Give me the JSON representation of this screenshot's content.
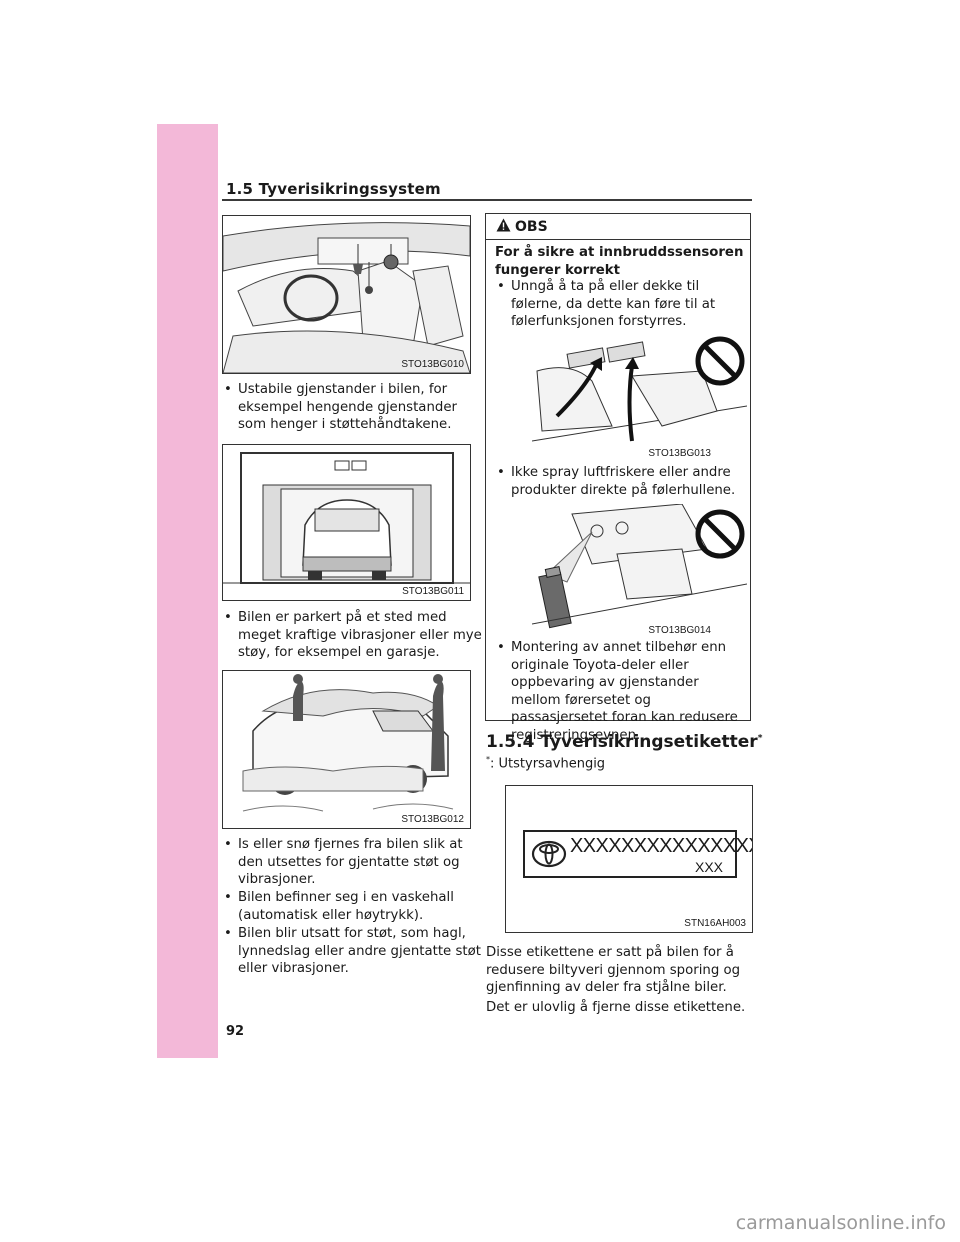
{
  "section_title": "1.5  Tyverisikringssystem",
  "page_number": "92",
  "watermark": "carmanualsonline.info",
  "figures": {
    "fig1": "STO13BG010",
    "fig2": "STO13BG011",
    "fig3": "STO13BG012",
    "fig4": "STO13BG013",
    "fig5": "STO13BG014",
    "fig6": "STN16AH003"
  },
  "left_bullets": [
    "Ustabile gjenstander i bilen, for eksempel hengende gjenstander som henger i støttehåndtakene.",
    "Bilen er parkert på et sted med meget kraftige vibrasjoner eller mye støy, for eksempel en garasje.",
    "Is eller snø fjernes fra bilen slik at den utsettes for gjentatte støt og vibrasjoner.",
    "Bilen befinner seg i en vaskehall (automatisk eller høytrykk).",
    "Bilen blir utsatt for støt, som hagl, lynnedslag eller andre gjentatte støt eller vibrasjoner."
  ],
  "obs": {
    "label": "OBS",
    "heading": "For å sikre at innbruddssensoren fungerer korrekt",
    "bullets": [
      "Unngå å ta på eller dekke til følerne, da dette kan føre til at følerfunksjonen forstyrres.",
      "Ikke spray luftfriskere eller andre produkter direkte på følerhullene.",
      "Montering av annet tilbehør enn originale Toyota-deler eller oppbevaring av gjenstander mellom førersetet og passasjersetet foran kan redusere registreringsevnen."
    ]
  },
  "subsection": {
    "title": "1.5.4  Tyverisikringsetiketter",
    "marker": "*",
    "footnote_marker": "*",
    "footnote": ": Utstyrsavhengig"
  },
  "label_text": {
    "main": "XXXXXXXXXXXXXXXXX",
    "small": "XXX"
  },
  "closing_paragraphs": [
    "Disse etikettene er satt på bilen for å redusere biltyveri gjennom sporing og gjenfinning av deler fra stjålne biler.",
    "Det er ulovlig å fjerne disse etikettene."
  ]
}
